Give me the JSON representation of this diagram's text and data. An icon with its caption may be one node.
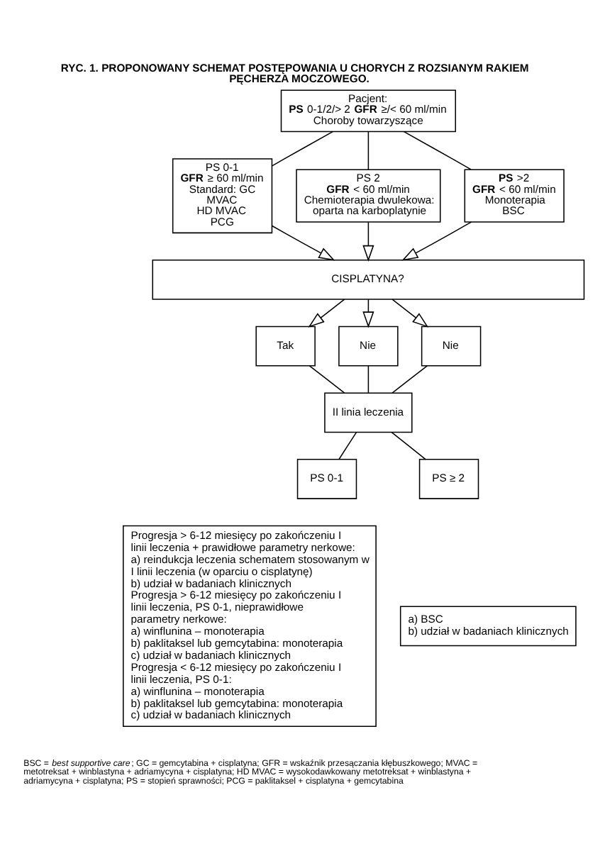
{
  "diagram": {
    "title": "RYC. 1. PROPONOWANY SCHEMAT POSTĘPOWANIA U CHORYCH Z ROZSIANYM RAKIEM PĘCHERZA MOCZOWEGO.",
    "caption": "BSC = *best supportive care*; GC = gemcytabina + cisplatyna; GFR = wskaźnik przesączania kłębuszkowego; MVAC = metotreksat + winblastyna + adriamycyna + cisplatyna; HD MVAC = wysokodawkowany metotreksat + winblastyna + adriamycyna + cisplatyna; PS = stopień sprawności; PCG = paklitaksel + cisplatyna + gemcytabina",
    "nodes": [
      {
        "text": [
          "Pacjent:",
          "**PS** 0-1/2/> 2 **GFR** ≥/< 60 ml/min",
          "Choroby towarzyszące"
        ]
      },
      {
        "text": [
          "PS 0-1",
          "**GFR** ≥ 60 ml/min",
          "Standard: GC",
          "MVAC",
          "HD MVAC",
          "PCG"
        ]
      },
      {
        "text": [
          "PS 2",
          "**GFR** < 60 ml/min",
          "Chemioterapia dwulekowa: oparta na karboplatynie"
        ]
      },
      {
        "text": [
          "**PS** >2",
          "**GFR** < 60 ml/min",
          "Monoterapia",
          "BSC"
        ]
      },
      {
        "text": [
          "CISPLATYNA?"
        ]
      },
      {
        "text": [
          "Tak"
        ]
      },
      {
        "text": [
          "Nie"
        ]
      },
      {
        "text": [
          "Nie"
        ]
      },
      {
        "text": [
          "II linia leczenia"
        ]
      },
      {
        "text": [
          "PS 0-1"
        ]
      },
      {
        "text": [
          "PS ≥ 2"
        ]
      },
      {
        "text": [
          "Progresja > 6-12 miesięcy po zakończeniu I linii leczenia + prawidłowe parametry nerkowe:",
          "a) reindukcja leczenia schematem stosowanym w I linii leczenia (w oparciu o cisplatynę)",
          "b) udział w badaniach klinicznych",
          "Progresja > 6-12 miesięcy po zakończeniu I linii leczenia, PS 0-1, nieprawidłowe parametry nerkowe:",
          "a) winflunina – monoterapia",
          "b) paklitaksel lub gemcytabina: monoterapia",
          "c) udział w badaniach klinicznych",
          "Progresja < 6-12 miesięcy po zakończeniu I linii leczenia, PS 0-1:",
          "a) winflunina – monoterapia",
          "b) paklitaksel lub gemcytabina: monoterapia",
          "c) udział w badaniach klinicznych"
        ]
      },
      {
        "text": [
          "a) BSC",
          "b) udział w badaniach klinicznych"
        ]
      }
    ],
    "edges": [
      {
        "from": 0,
        "to": 1,
        "arrow": "none"
      },
      {
        "from": 0,
        "to": 2,
        "arrow": "none"
      },
      {
        "from": 0,
        "to": 3,
        "arrow": "none"
      },
      {
        "from": 1,
        "to": 4,
        "arrow": "to"
      },
      {
        "from": 2,
        "to": 4,
        "arrow": "to"
      },
      {
        "from": 3,
        "to": 4,
        "arrow": "to"
      },
      {
        "from": 4,
        "to": 5,
        "arrow": "to"
      },
      {
        "from": 4,
        "to": 6,
        "arrow": "to"
      },
      {
        "from": 4,
        "to": 7,
        "arrow": "to"
      },
      {
        "from": 5,
        "to": 8,
        "arrow": "none"
      },
      {
        "from": 6,
        "to": 8,
        "arrow": "none"
      },
      {
        "from": 7,
        "to": 8,
        "arrow": "none"
      },
      {
        "from": 8,
        "to": 9,
        "arrow": "none"
      },
      {
        "from": 8,
        "to": 10,
        "arrow": "none"
      }
    ]
  }
}
